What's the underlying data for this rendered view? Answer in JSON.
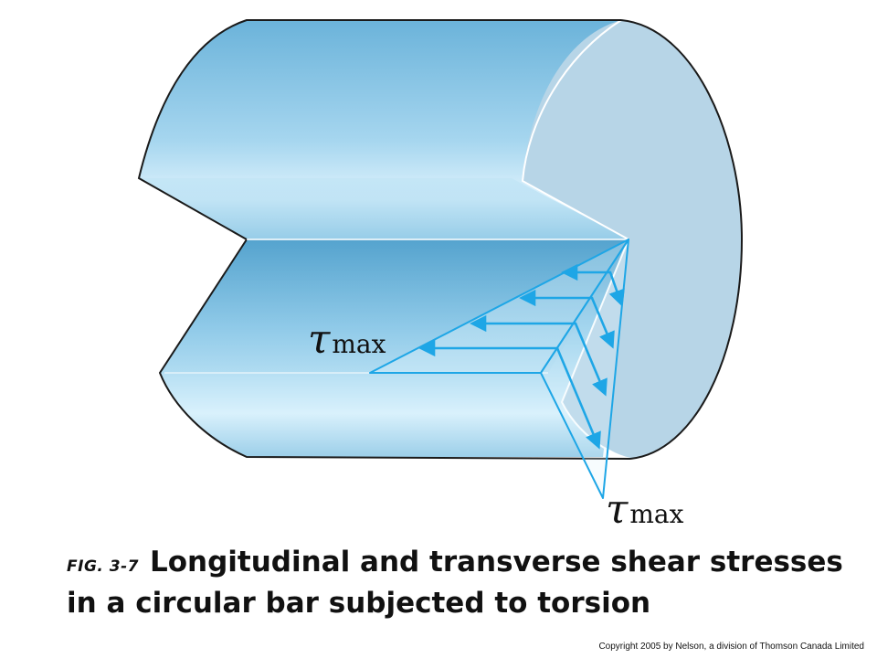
{
  "figure": {
    "label_left": {
      "symbol": "τ",
      "subscript": "max"
    },
    "label_bottom": {
      "symbol": "τ",
      "subscript": "max"
    },
    "colors": {
      "arrow_blue": "#1ea6e6",
      "end_face": "#b7d5e7",
      "body_dark": "#6db5da",
      "body_light": "#d9f1fc",
      "outline": "#1a1a1a"
    }
  },
  "caption": {
    "figure_number": "FIG. 3-7",
    "text": "Longitudinal and transverse shear stresses in a circular bar subjected to torsion"
  },
  "copyright": "Copyright 2005 by Nelson, a division of Thomson Canada Limited"
}
